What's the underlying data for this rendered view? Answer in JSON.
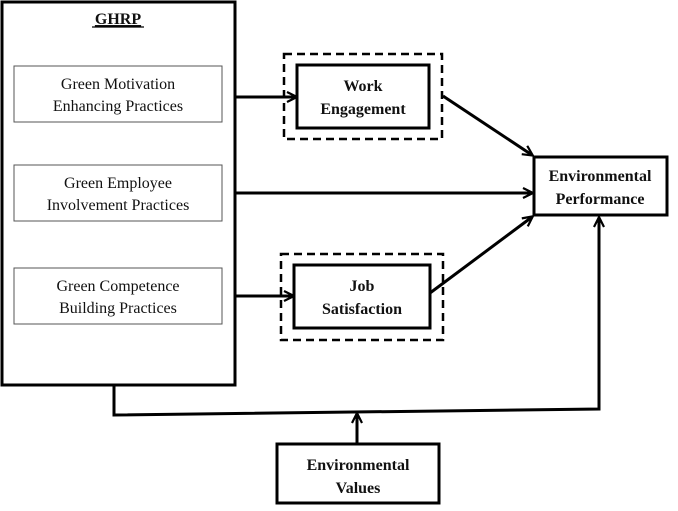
{
  "diagram": {
    "ghrp": {
      "title": "GHRP",
      "practices": [
        {
          "line1": "Green Motivation",
          "line2": "Enhancing Practices"
        },
        {
          "line1": "Green Employee",
          "line2": "Involvement Practices"
        },
        {
          "line1": "Green Competence",
          "line2": "Building Practices"
        }
      ]
    },
    "mediators": [
      {
        "line1": "Work",
        "line2": "Engagement"
      },
      {
        "line1": "Job",
        "line2": "Satisfaction"
      }
    ],
    "outcome": {
      "line1": "Environmental",
      "line2": "Performance"
    },
    "moderator": {
      "line1": "Environmental",
      "line2": "Values"
    }
  }
}
